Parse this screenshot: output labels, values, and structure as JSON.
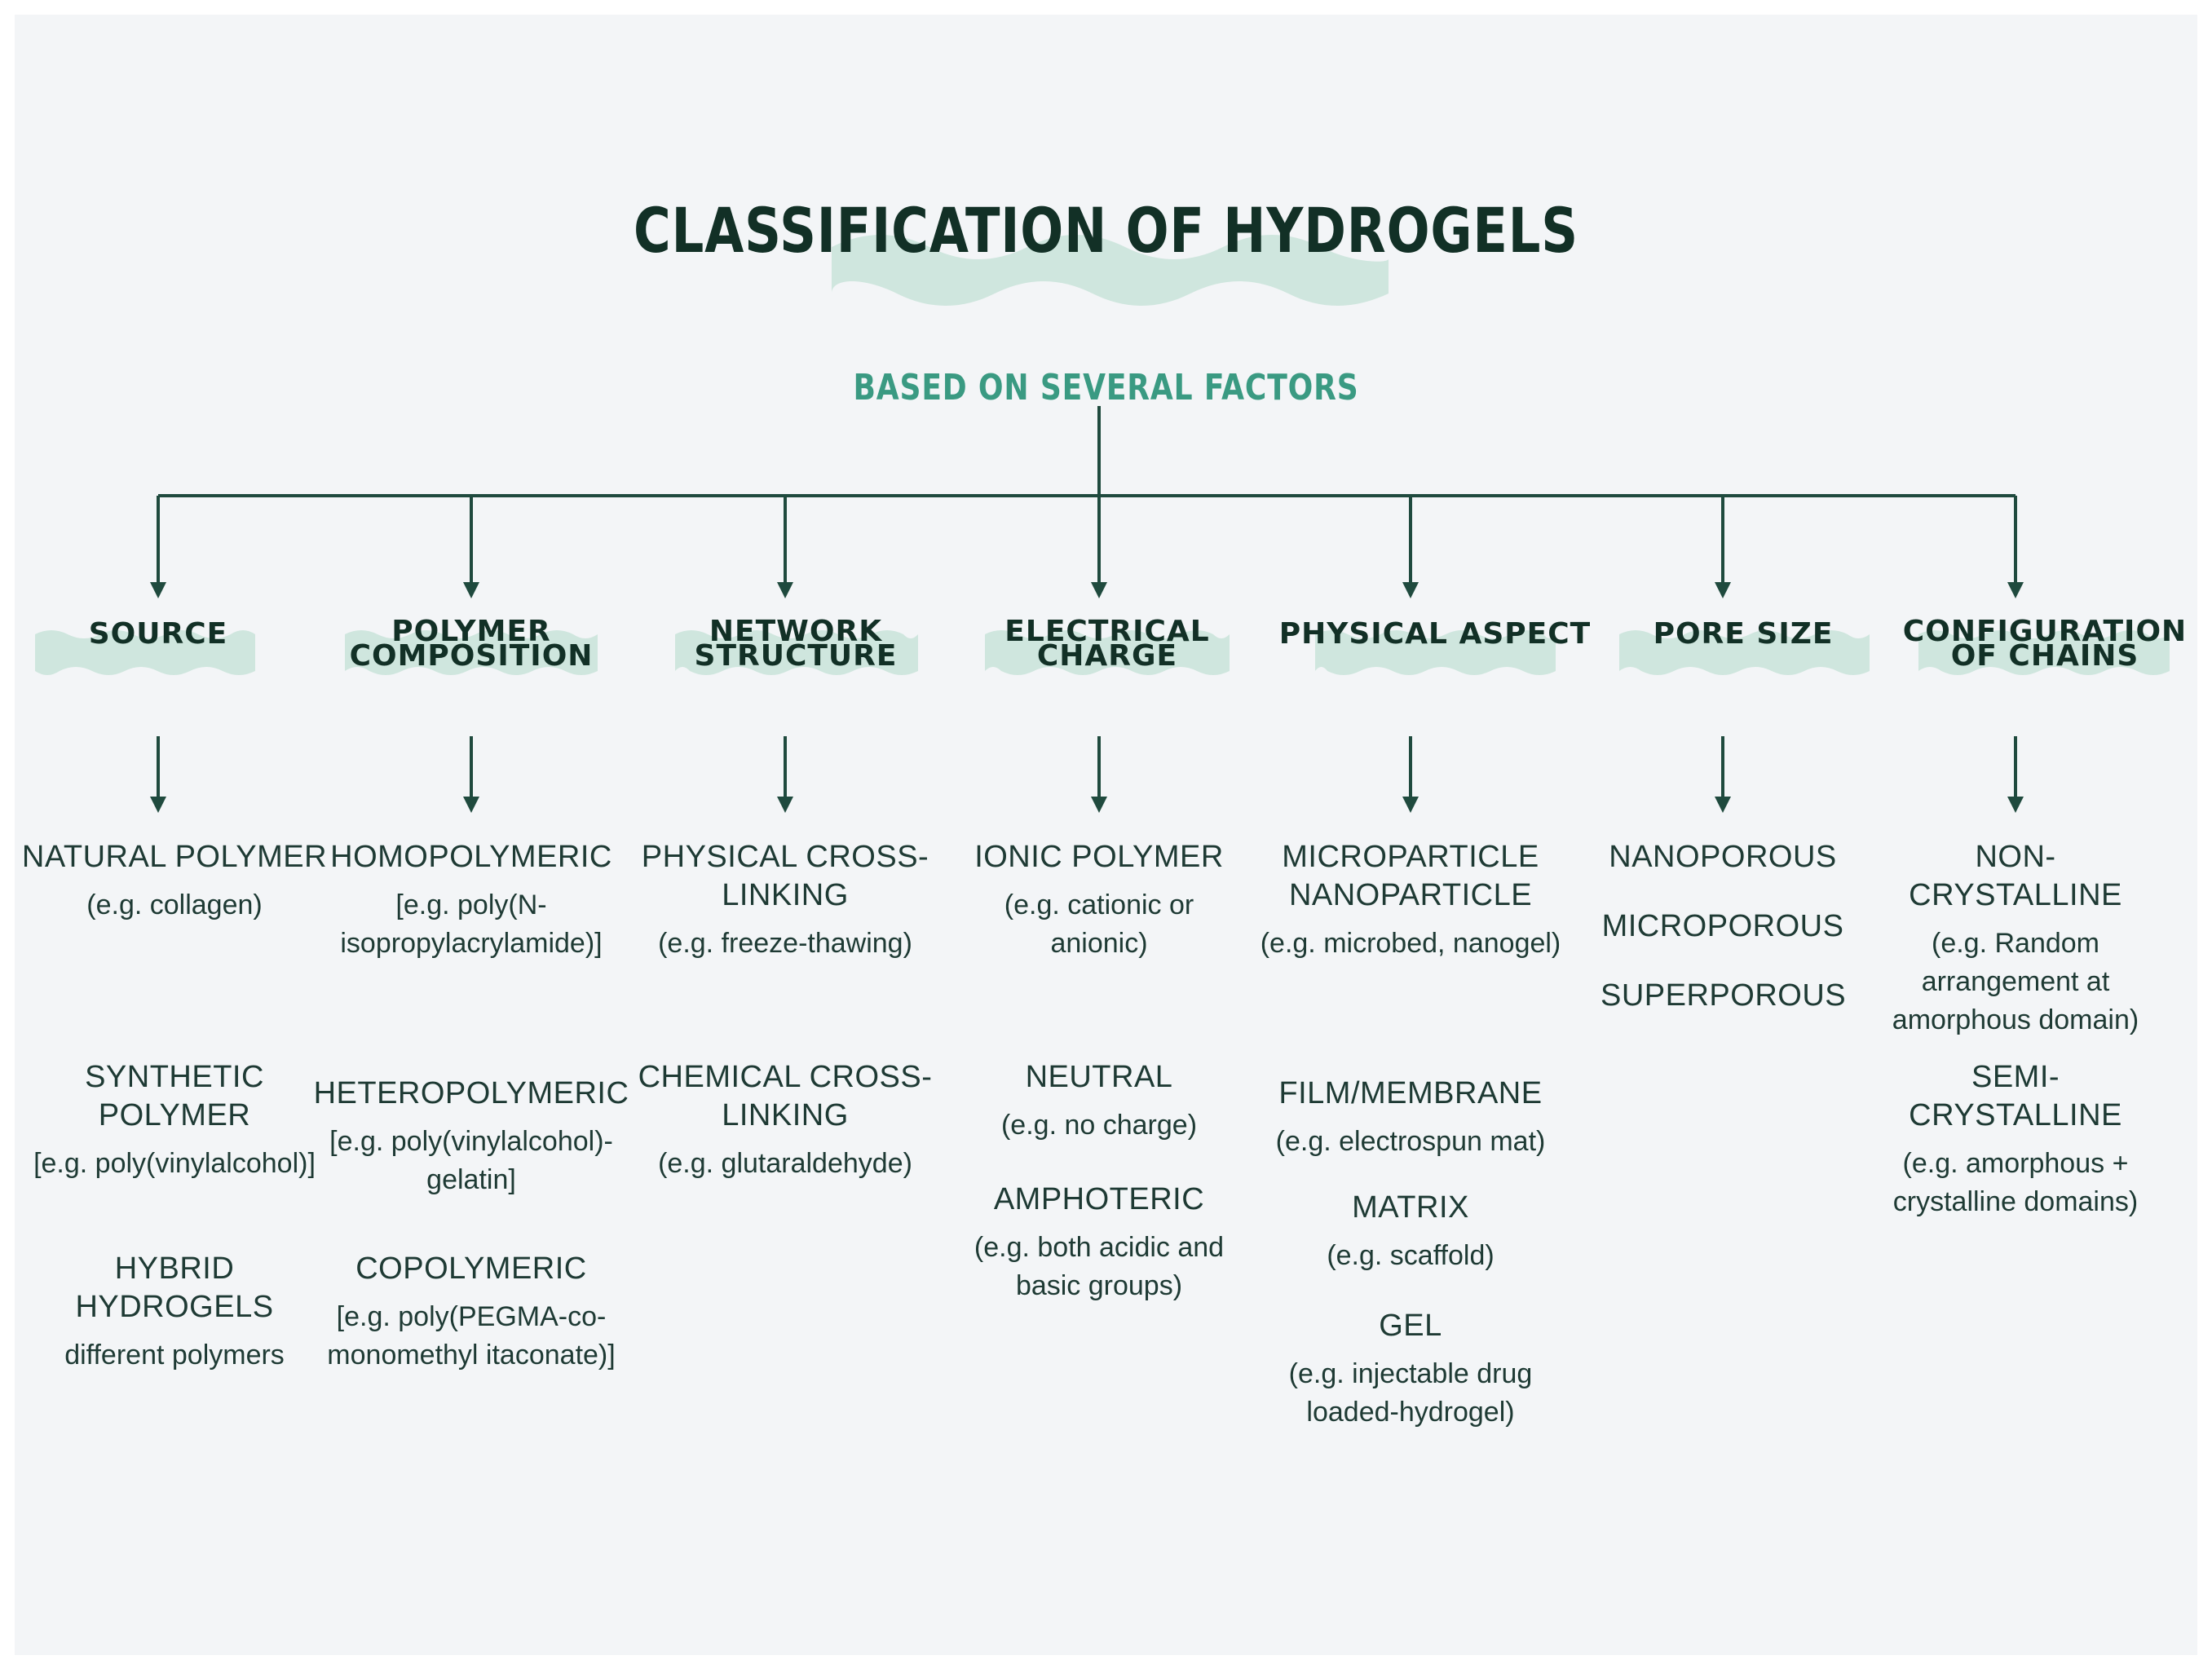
{
  "title": "CLASSIFICATION OF HYDROGELS",
  "subtitle": "BASED ON SEVERAL FACTORS",
  "categories": [
    {
      "label_lines": [
        "SOURCE"
      ],
      "items": [
        {
          "name": "NATURAL POLYMER",
          "example": "(e.g. collagen)"
        },
        {
          "name": "SYNTHETIC POLYMER",
          "example": "[e.g. poly(vinylalcohol)]"
        },
        {
          "name": "HYBRID HYDROGELS",
          "example": "different polymers"
        }
      ]
    },
    {
      "label_lines": [
        "POLYMER",
        "COMPOSITION"
      ],
      "items": [
        {
          "name": "HOMOPOLYMERIC",
          "example": "[e.g. poly(N-isopropylacrylamide)]"
        },
        {
          "name": "HETEROPOLYMERIC",
          "example": "[e.g. poly(vinylalcohol)-gelatin]"
        },
        {
          "name": "COPOLYMERIC",
          "example": "[e.g. poly(PEGMA-co-monomethyl itaconate)]"
        }
      ]
    },
    {
      "label_lines": [
        "NETWORK",
        "STRUCTURE"
      ],
      "items": [
        {
          "name": "PHYSICAL CROSS-LINKING",
          "example": "(e.g. freeze-thawing)"
        },
        {
          "name": "CHEMICAL CROSS-LINKING",
          "example": "(e.g. glutaraldehyde)"
        }
      ]
    },
    {
      "label_lines": [
        "ELECTRICAL",
        "CHARGE"
      ],
      "items": [
        {
          "name": "IONIC POLYMER",
          "example": "(e.g. cationic or anionic)"
        },
        {
          "name": "NEUTRAL",
          "example": "(e.g. no charge)"
        },
        {
          "name": "AMPHOTERIC",
          "example": "(e.g. both acidic and basic groups)"
        }
      ]
    },
    {
      "label_lines": [
        "PHYSICAL ASPECT"
      ],
      "items": [
        {
          "name": "MICROPARTICLE NANOPARTICLE",
          "example": "(e.g. microbed, nanogel)"
        },
        {
          "name": "FILM/MEMBRANE",
          "example": "(e.g. electrospun mat)"
        },
        {
          "name": "MATRIX",
          "example": "(e.g. scaffold)"
        },
        {
          "name": "GEL",
          "example": "(e.g. injectable drug loaded-hydrogel)"
        }
      ]
    },
    {
      "label_lines": [
        "PORE SIZE"
      ],
      "items": [
        {
          "name": "NANOPOROUS",
          "example": ""
        },
        {
          "name": "MICROPOROUS",
          "example": ""
        },
        {
          "name": "SUPERPOROUS",
          "example": ""
        }
      ]
    },
    {
      "label_lines": [
        "CONFIGURATION",
        "OF CHAINS"
      ],
      "items": [
        {
          "name": "NON-CRYSTALLINE",
          "example": "(e.g. Random arrangement at amorphous domain)"
        },
        {
          "name": "SEMI-CRYSTALLINE",
          "example": "(e.g. amorphous + crystalline domains)"
        }
      ]
    }
  ],
  "colors": {
    "background": "#f3f5f7",
    "wave": "#cfe6de",
    "line": "#1f4a3e",
    "title": "#123026",
    "subtitle": "#3a9a82",
    "text": "#1e3a34"
  }
}
